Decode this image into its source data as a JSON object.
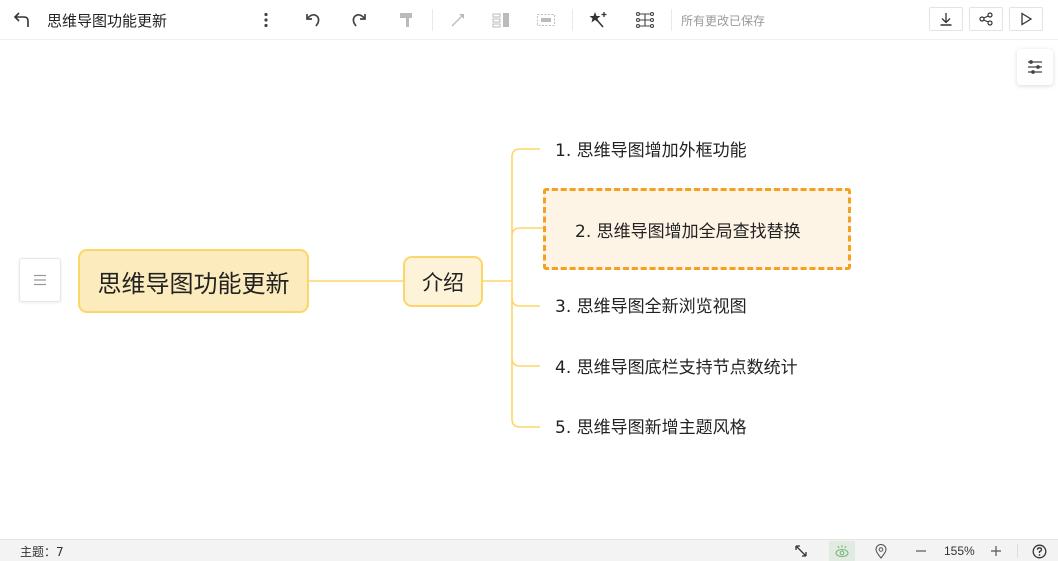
{
  "toolbar": {
    "back_icon": "back-arrow-icon",
    "title": "思维导图功能更新",
    "icons": [
      "more-vertical-icon",
      "undo-icon",
      "redo-icon",
      "format-painter-icon",
      "connect-line-icon",
      "summary-icon",
      "outline-frame-icon",
      "magic-wand-icon",
      "structure-icon"
    ],
    "save_status": "所有更改已保存",
    "right_buttons": [
      "download-icon",
      "share-icon",
      "play-icon"
    ]
  },
  "side_panel": {
    "settings_icon": "sliders-icon"
  },
  "mindmap": {
    "root": "思维导图功能更新",
    "main_topic": "介绍",
    "subtopics": [
      "1. 思维导图增加外框功能",
      "2. 思维导图增加全局查找替换",
      "3. 思维导图全新浏览视图",
      "4. 思维导图底栏支持节点数统计",
      "5. 思维导图新增主题风格"
    ],
    "selected_index": 1,
    "colors": {
      "line": "#fdd669",
      "root_fill": "#fcecbd",
      "selected_border": "#f5a020"
    }
  },
  "statusbar": {
    "topic_count": "主题：7",
    "zoom": "155%",
    "icons": [
      "fit-screen-icon",
      "eye-icon",
      "location-pin-icon",
      "zoom-out-icon",
      "zoom-in-icon",
      "help-icon"
    ]
  }
}
